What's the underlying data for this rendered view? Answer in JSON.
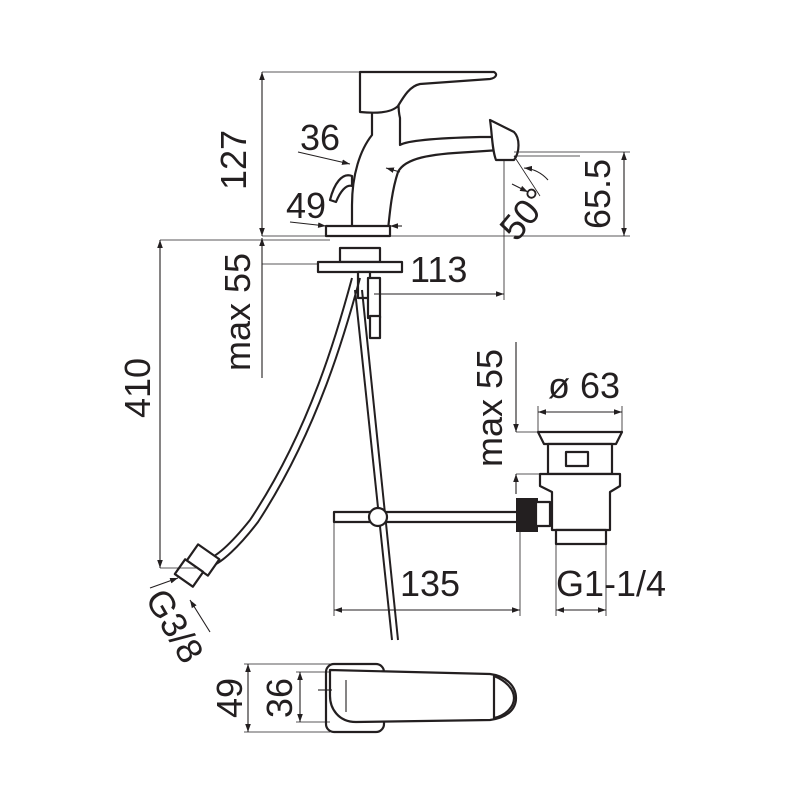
{
  "dimensions": {
    "height_total": "127",
    "handle_width": "36",
    "base_offset": "49",
    "spout_angle": "50°",
    "spout_height": "65.5",
    "deck_max": "max 55",
    "spout_reach": "113",
    "hose_length": "410",
    "waste_max": "max 55",
    "waste_diameter": "ø 63",
    "rod_length": "135",
    "waste_thread": "G1-1/4",
    "hose_thread": "G3/8",
    "top_depth": "49",
    "top_inner": "36"
  },
  "colors": {
    "ink": "#231f20",
    "background": "#ffffff"
  }
}
